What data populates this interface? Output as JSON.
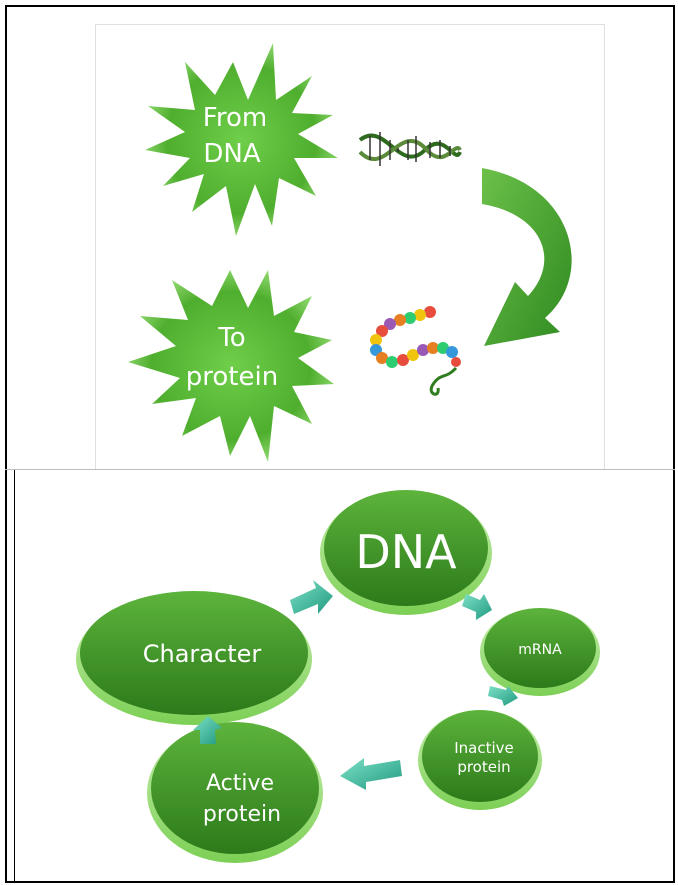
{
  "top_panel": {
    "star_from": {
      "line1": "From",
      "line2": "DNA"
    },
    "star_to": {
      "line1": "To",
      "line2": "protein"
    }
  },
  "bottom_panel": {
    "nodes": {
      "dna": "DNA",
      "mrna": "mRNA",
      "inactive_line1": "Inactive",
      "inactive_line2": "protein",
      "active_line1": "Active",
      "active_line2": "protein",
      "character": "Character"
    }
  },
  "colors": {
    "green_dark": "#2f7d1f",
    "green_mid": "#4aa832",
    "green_light": "#8fd66a",
    "teal": "#3cc0a0"
  }
}
